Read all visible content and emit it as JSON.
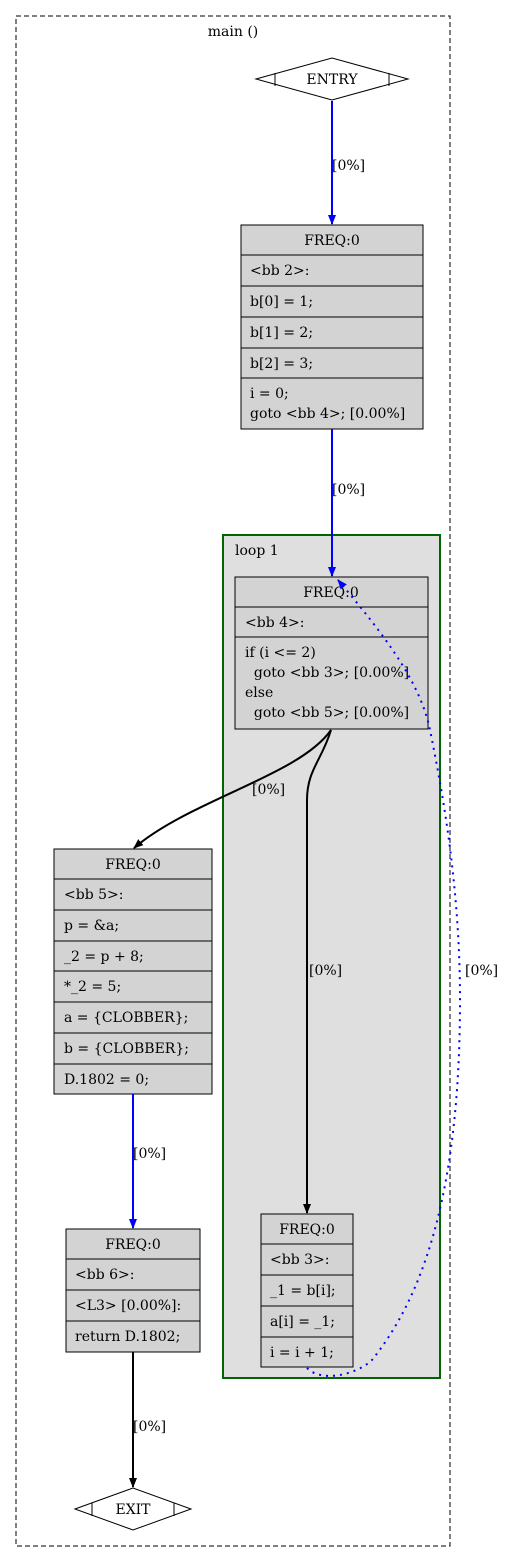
{
  "graph": {
    "title": "main ()",
    "cluster_label": "loop 1",
    "entry_label": "ENTRY",
    "exit_label": "EXIT"
  },
  "blocks": {
    "bb2": {
      "freq": "FREQ:0",
      "rows": [
        "<bb 2>:",
        "b[0] = 1;",
        "b[1] = 2;",
        "b[2] = 3;"
      ],
      "last": [
        "i = 0;",
        "goto <bb 4>; [0.00%]"
      ]
    },
    "bb4": {
      "freq": "FREQ:0",
      "rows": [
        "<bb 4>:"
      ],
      "last": [
        "if (i <= 2)",
        "  goto <bb 3>; [0.00%]",
        "else",
        "  goto <bb 5>; [0.00%]"
      ]
    },
    "bb5": {
      "freq": "FREQ:0",
      "rows": [
        "<bb 5>:",
        "p = &a;",
        "_2 = p + 8;",
        "*_2 = 5;",
        "a = {CLOBBER};",
        "b = {CLOBBER};",
        "D.1802 = 0;"
      ]
    },
    "bb6": {
      "freq": "FREQ:0",
      "rows": [
        "<bb 6>:",
        "<L3> [0.00%]:",
        "return D.1802;"
      ]
    },
    "bb3": {
      "freq": "FREQ:0",
      "rows": [
        "<bb 3>:",
        "_1 = b[i];",
        "a[i] = _1;",
        "i = i + 1;"
      ]
    }
  },
  "edges": {
    "entry_bb2": "[0%]",
    "bb2_bb4": "[0%]",
    "bb4_bb5": "[0%]",
    "bb4_bb3": "[0%]",
    "bb3_bb4": "[0%]",
    "bb5_bb6": "[0%]",
    "bb6_exit": "[0%]"
  },
  "colors": {
    "fallthru_edge": "#0000ff",
    "normal_edge": "#000000",
    "loop_cluster_border": "#006400",
    "loop_cluster_fill": "#dfdfdf",
    "block_fill": "#d3d3d3"
  }
}
